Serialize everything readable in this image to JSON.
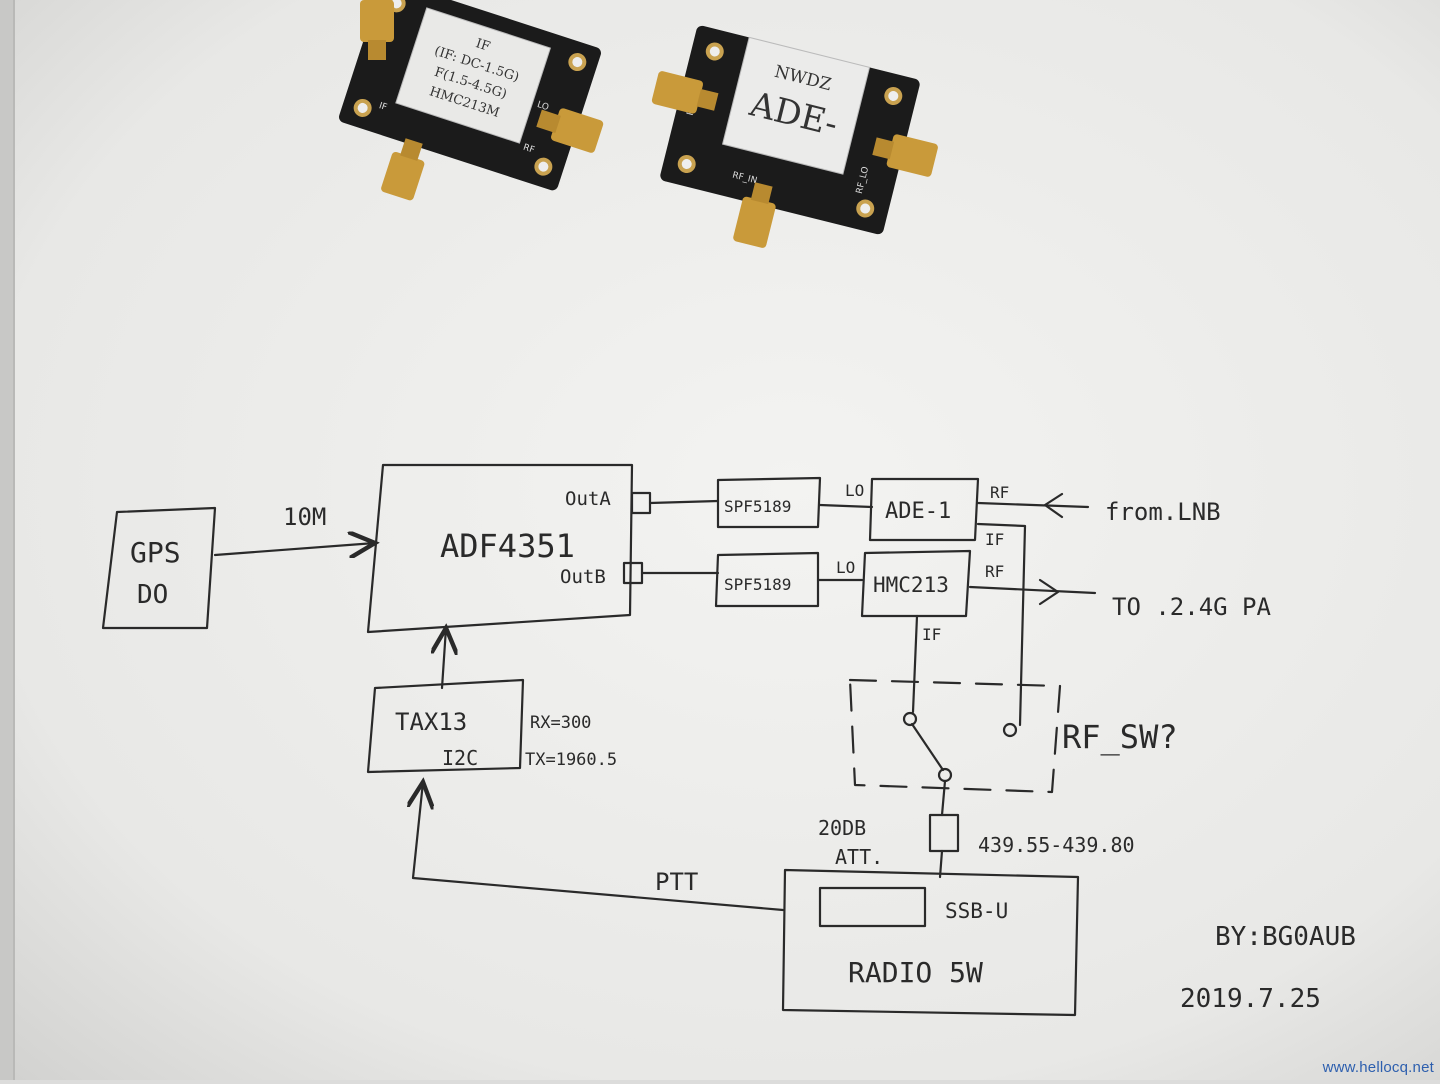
{
  "photo": {
    "paper_color": "#eeeeec",
    "ink_color": "#2a2a2a",
    "pcb_color": "#1b1b1b",
    "connector_color": "#c99a3a"
  },
  "module_left": {
    "label_lines": [
      "IF",
      "(IF: DC-1.5G)",
      "F(1.5-4.5G)",
      "HMC213M"
    ],
    "pin_if": "IF",
    "pin_lo": "LO",
    "pin_rf": "RF"
  },
  "module_right": {
    "brand": "NWDZ",
    "model": "ADE-",
    "pin_rf_if": "RF_IF",
    "pin_rf_in": "RF_IN",
    "pin_rf_lo": "RF_LO"
  },
  "schematic": {
    "gps": {
      "line1": "GPS",
      "line2": "DO"
    },
    "ref_label": "10M",
    "adf": {
      "title": "ADF4351",
      "out_a": "OutA",
      "out_b": "OutB"
    },
    "spf_top": "SPF5189",
    "spf_bottom": "SPF5189",
    "lo_top": "LO",
    "lo_bottom": "LO",
    "mixer_top": "ADE-1",
    "mixer_bottom": "HMC213",
    "rf_top": "RF",
    "if_top": "IF",
    "rf_bottom": "RF",
    "if_bottom": "IF",
    "from_lnb": "from.LNB",
    "to_pa": "TO .2.4G PA",
    "mcu": {
      "line1": "TAX13",
      "line2": "I2C"
    },
    "rx_freq": "RX=300",
    "tx_freq": "TX=1960.5",
    "rf_sw": "RF_SW?",
    "att_line1": "20DB",
    "att_line2": "ATT.",
    "band": "439.55-439.80",
    "ptt": "PTT",
    "radio_mode": "SSB-U",
    "radio_label": "RADIO 5W",
    "author": "BY:BG0AUB",
    "date": "2019.7.25"
  },
  "watermark": "www.hellocq.net"
}
